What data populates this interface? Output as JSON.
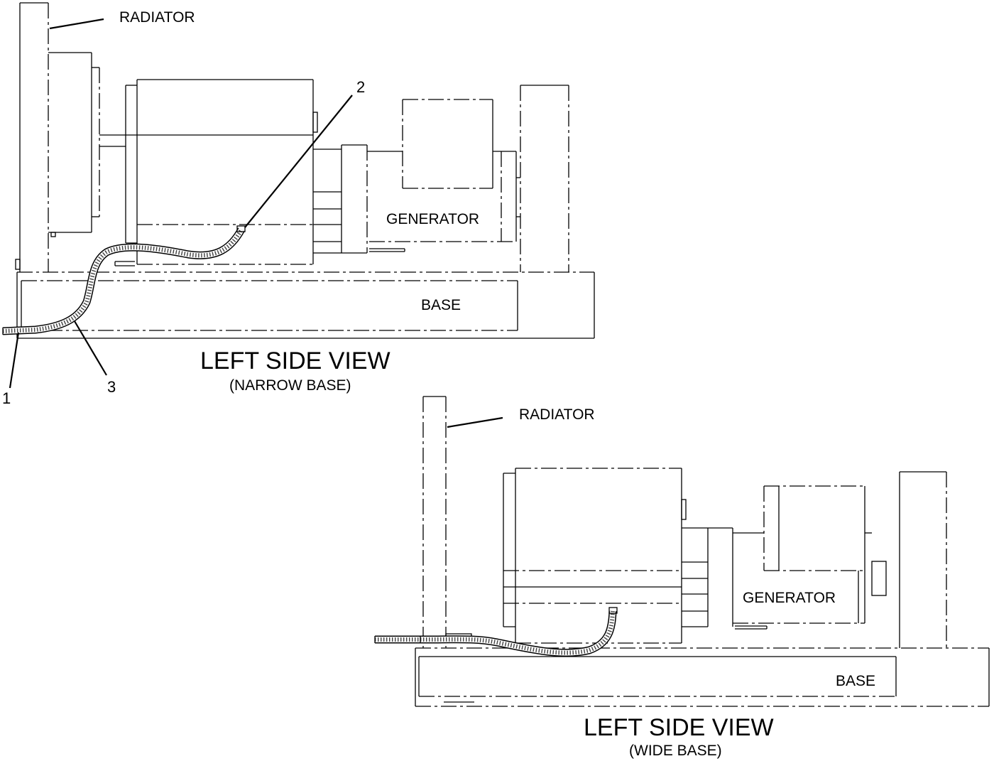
{
  "top_view": {
    "radiator_label": "RADIATOR",
    "generator_label": "GENERATOR",
    "base_label": "BASE",
    "title": "LEFT SIDE VIEW",
    "subtitle": "(NARROW BASE)",
    "callouts": [
      "1",
      "2",
      "3"
    ]
  },
  "bottom_view": {
    "radiator_label": "RADIATOR",
    "generator_label": "GENERATOR",
    "base_label": "BASE",
    "title": "LEFT SIDE VIEW",
    "subtitle": "(WIDE BASE)"
  }
}
